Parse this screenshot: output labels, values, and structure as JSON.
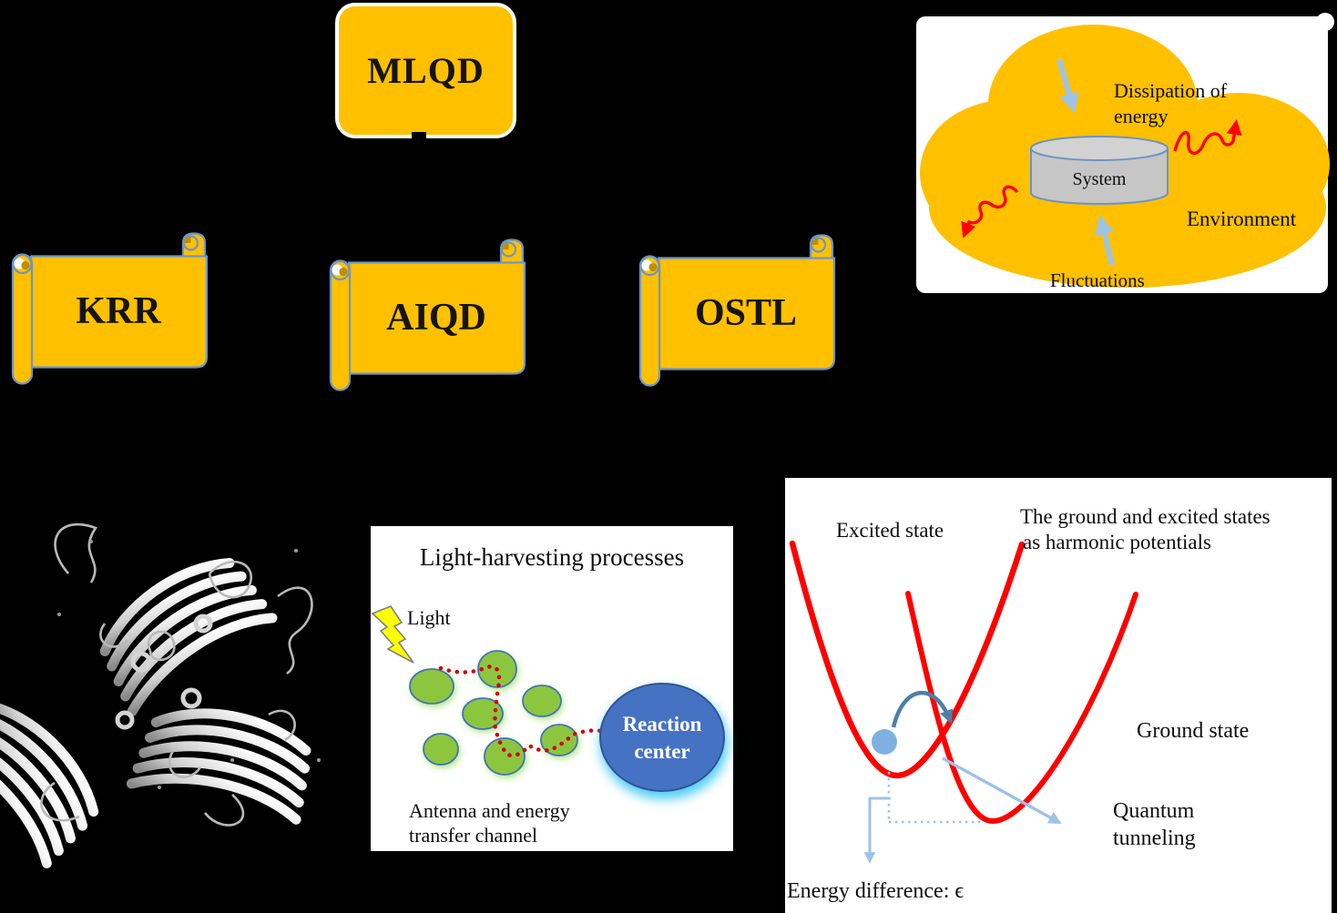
{
  "figure": {
    "flowchart": {
      "root_label": "MLQD",
      "children": [
        "KRR",
        "AIQD",
        "OSTL"
      ]
    },
    "system_environment": {
      "dissipation_line1": "Dissipation of",
      "dissipation_line2": "energy",
      "system_label": "System",
      "environment_label": "Environment",
      "fluctuations_label": "Fluctuations"
    },
    "light_harvesting": {
      "title": "Light-harvesting processes",
      "light_label": "Light",
      "reaction_center_line1": "Reaction",
      "reaction_center_line2": "center",
      "antenna_line1": "Antenna and energy",
      "antenna_line2": "transfer channel"
    },
    "potentials": {
      "excited_label": "Excited state",
      "ground_label": "Ground state",
      "caption_line1": "The ground and excited states",
      "caption_line2": "as harmonic potentials",
      "tunneling_line1": "Quantum",
      "tunneling_line2": "tunneling",
      "energy_difference_label": "Energy difference: ϵ"
    },
    "colors": {
      "background": "#000000",
      "gold": "#FFC000",
      "scroll_border": "#6C96C8",
      "scroll_inner_dark": "#BE8F00",
      "red": "#FF0000",
      "dotted_path_red": "#D00000",
      "light_blue_arrow": "#9DC3E6",
      "steel_blue_arrow": "#4E7FA6",
      "antenna_green": "#8CC63F",
      "reaction_blue": "#4672C4",
      "reaction_glow": "#2EC4F0",
      "cylinder_gray": "#C6C6C6",
      "ball_blue": "#7EB1E1"
    }
  }
}
